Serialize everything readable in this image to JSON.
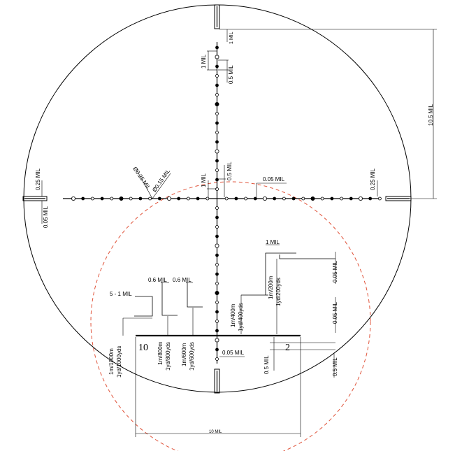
{
  "diagram": {
    "top_dims": {
      "mil_1": "1 MIL",
      "mil_1_vertical": "1 MIL",
      "mil_0_5": "0.5 MIL",
      "mil_10_5": "10.5 MIL",
      "mil_1_b": "1 MIL",
      "mil_0_5_b": "0.5 MIL",
      "mil_0_05_right": "0.05 MIL",
      "mil_0_25_left": "0.25 MIL",
      "mil_0_05_left": "0.05 MIL",
      "mil_0_25_right": "0.25 MIL",
      "dia_0_25": "Ø0.25 MIL",
      "dia_0_15": "Ø0.15 MIL"
    },
    "bottom_dims": {
      "five_one": "5 - 1 MIL",
      "mil_0_6_a": "0.6 MIL",
      "mil_0_6_b": "0.6 MIL",
      "mil_1_step": "1 MIL",
      "mil_0_05_r1": "0.05 MIL",
      "mil_0_05_r2": "0.05 MIL",
      "mil_0_5_r": "0.5 MIL",
      "mil_0_5_c": "0.5 MIL",
      "mil_0_05_c": "0.05 MIL",
      "mil_10": "10 MIL",
      "num_10": "10",
      "num_2": "2"
    },
    "range_labels": {
      "r1000_m": "1m/1000m",
      "r1000_y": "1yd/1000yds",
      "r800_m": "1m/800m",
      "r800_y": "1yd/800yds",
      "r600_m": "1m/600m",
      "r600_y": "1yd/600yds",
      "r400_m": "1m/400m",
      "r400_y": "1yd/400yds",
      "r200_m": "1m/200m",
      "r200_y": "1yd/200yds"
    },
    "colors": {
      "ink": "#000000",
      "dashed_circle": "#e0533a"
    }
  }
}
